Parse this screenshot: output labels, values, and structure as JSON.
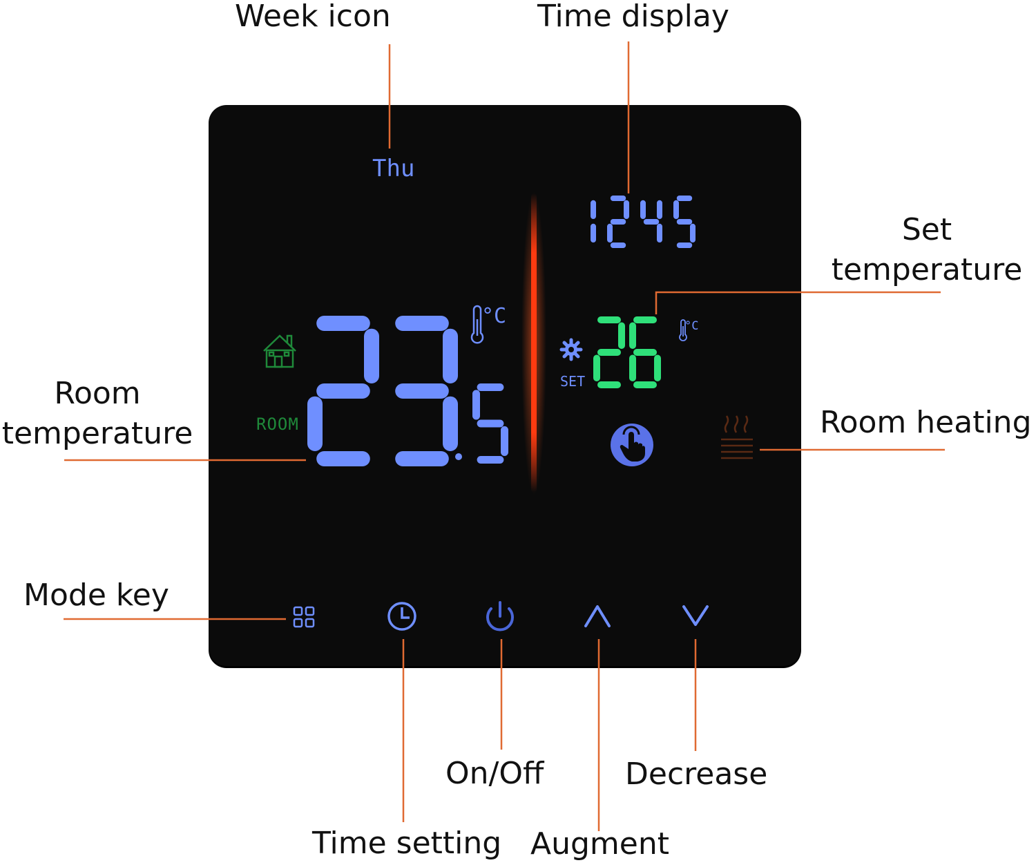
{
  "labels": {
    "week_icon": "Week icon",
    "time_display": "Time display",
    "set_temperature": [
      "Set",
      "temperature"
    ],
    "room_temperature": [
      "Room",
      "temperature"
    ],
    "room_heating": "Room heating",
    "mode_key": "Mode key",
    "on_off": "On/Off",
    "decrease": "Decrease",
    "time_setting": "Time setting",
    "augment": "Augment"
  },
  "display": {
    "day": "Thu",
    "time": "12:45",
    "room_temperature": "23",
    "room_temperature_decimal": "5",
    "set_temperature": "26",
    "room_indicator": "ROOM",
    "set_indicator": "SET",
    "unit": "°C"
  },
  "icons": [
    "house-icon",
    "thermometer-icon",
    "gear-icon",
    "touch-hand-icon",
    "floor-heating-icon",
    "mode-grid-icon",
    "clock-icon",
    "power-icon",
    "chevron-up-icon",
    "chevron-down-icon"
  ],
  "colors": {
    "leader_line": "#e06a32",
    "lcd_blue": "#6f8fff",
    "lcd_green": "#2fe07a",
    "divider_red": "#ff3b10",
    "panel": "#0b0b0b",
    "room_icon_green": "#1f8a3a",
    "heating_icon": "#5a2a14"
  }
}
